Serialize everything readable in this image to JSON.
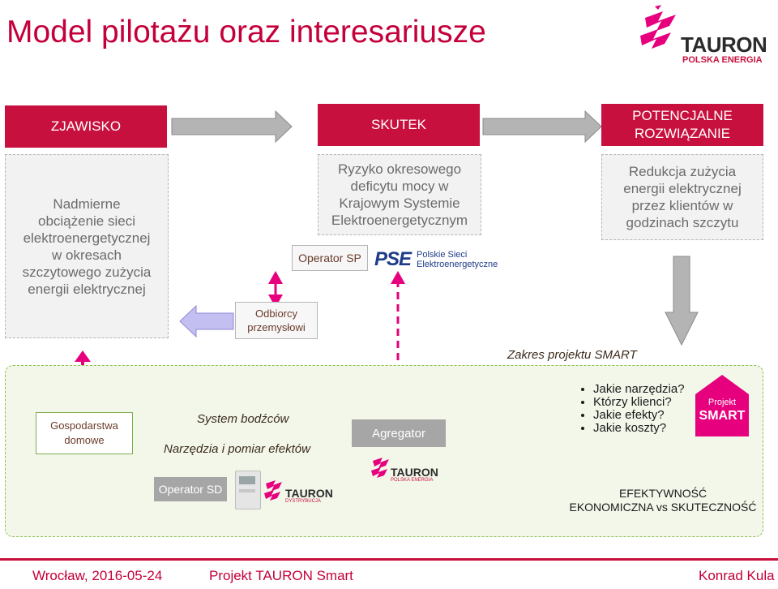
{
  "title": "Model pilotażu oraz interesariusze",
  "logo": {
    "brand": "TAURON",
    "sub": "POLSKA ENERGIA"
  },
  "headers": {
    "zjawisko": "ZJAWISKO",
    "skutek": "SKUTEK",
    "potencjalne": "POTENCJALNE",
    "rozwiazanie": "ROZWIĄZANIE"
  },
  "boxes": {
    "zjawisko_lines": [
      "Nadmierne",
      "obciążenie sieci",
      "elektroenergetycznej",
      "w okresach",
      "szczytowego zużycia",
      "energii elektrycznej"
    ],
    "skutek_lines": [
      "Ryzyko okresowego",
      "deficytu mocy w",
      "Krajowym Systemie",
      "Elektroenergetycznym"
    ],
    "rozwiazanie_lines": [
      "Redukcja zużycia",
      "energii elektrycznej",
      "przez klientów w",
      "godzinach szczytu"
    ]
  },
  "operator_sp": "Operator SP",
  "pse": {
    "mark": "PSE",
    "line1": "Polskie Sieci",
    "line2": "Elektroenergetyczne"
  },
  "odbiorcy_lines": [
    "Odbiorcy",
    "przemysłowi"
  ],
  "zakres": "Zakres projektu SMART",
  "gospodarstwa_lines": [
    "Gospodarstwa",
    "domowe"
  ],
  "system_bodzcow": "System bodźców",
  "narzedzia": "Narzędzia i pomiar efektów",
  "agregator": "Agregator",
  "tauron_small": {
    "brand": "TAURON",
    "sub": "POLSKA ENERGIA"
  },
  "questions": [
    "Jakie narzędzia?",
    "Którzy klienci?",
    "Jakie efekty?",
    "Jakie koszty?"
  ],
  "smart_badge": {
    "line1": "Projekt",
    "line2": "SMART"
  },
  "operator_sd": "Operator SD",
  "tauron_dystr": {
    "brand": "TAURON",
    "sub": "DYSTRYBUCJA"
  },
  "efektywnosc_lines": [
    "EFEKTYWNOŚĆ",
    "EKONOMICZNA vs SKUTECZNOŚĆ"
  ],
  "footer": {
    "left": "Wrocław, 2016-05-24",
    "center": "Projekt TAURON Smart",
    "right": "Konrad Kula"
  },
  "colors": {
    "brand_red": "#c8103e",
    "pink": "#e6007e",
    "arrow_gray": "#a8a8a8",
    "arrow_lilac": "#b9b5e8",
    "green": "#8cc04f"
  }
}
